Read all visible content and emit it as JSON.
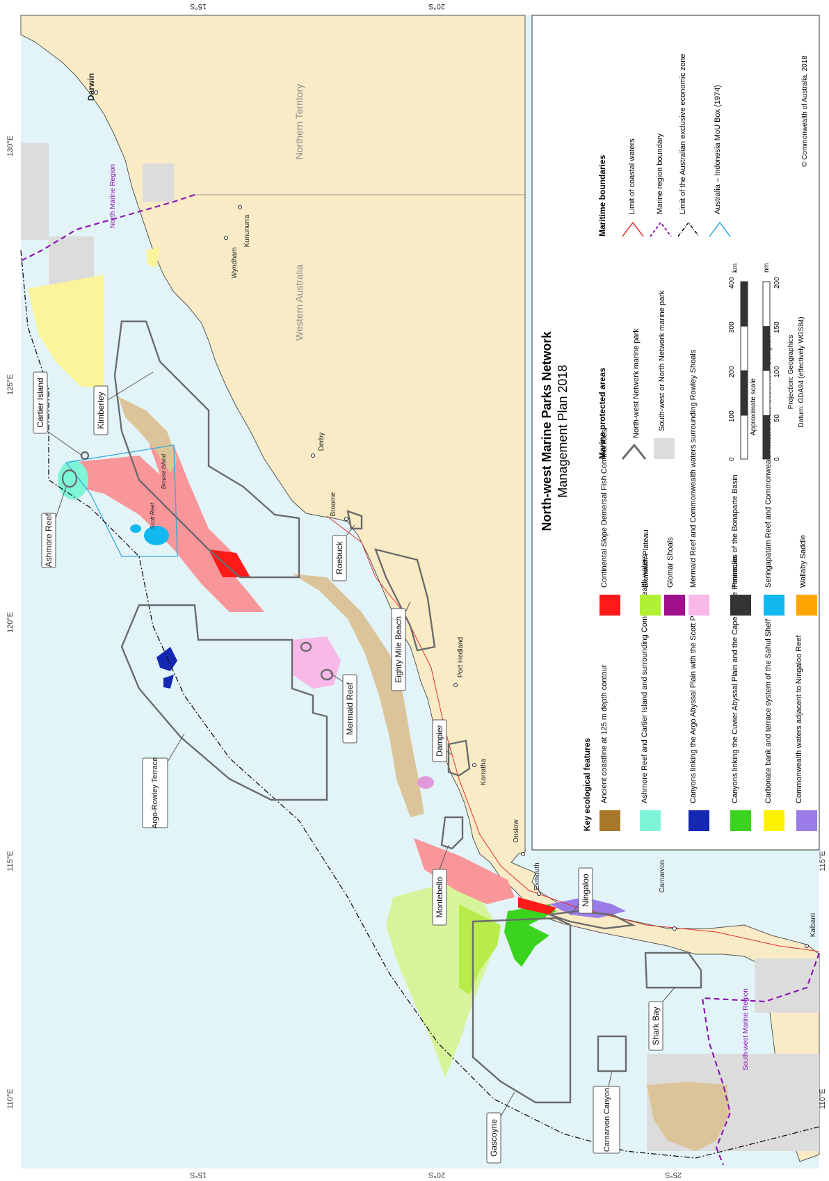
{
  "map": {
    "title": "North-west Marine Parks Network",
    "subtitle": "Management Plan 2018",
    "copyright": "© Commonwealth of Australia, 2018",
    "lat_labels": [
      "15°S",
      "20°S",
      "25°S"
    ],
    "lon_labels": [
      "110°E",
      "115°E",
      "120°E",
      "125°E",
      "130°E"
    ],
    "places": [
      "Darwin",
      "Wyndham",
      "Kununurra",
      "Derby",
      "Broome",
      "Port Hedland",
      "Karratha",
      "Onslow",
      "Exmouth",
      "Carnarvon",
      "Kalbarri"
    ],
    "regions": {
      "northern_territory": "Northern Territory",
      "western_australia": "Western Australia",
      "north_marine_region": "North Marine Region",
      "south_west_marine_region": "South-west Marine Region"
    },
    "islands": {
      "scott_reef": "Scott Reef",
      "browse_island": "Browse Island"
    },
    "parks": [
      "Ashmore Reef",
      "Cartier Island",
      "Kimberley",
      "Roebuck",
      "Eighty Mile Beach",
      "Mermaid Reef",
      "Argo-Rowley Terrace",
      "Dampier",
      "Montebello",
      "Ningaloo",
      "Gascoyne",
      "Shark Bay",
      "Carnarvon Canyon"
    ],
    "legend": {
      "kef_heading": "Key ecological features",
      "kef_col1": [
        {
          "label": "Ancient coastline at 125 m depth contour",
          "color": "#a8782a"
        },
        {
          "label": "Ashmore Reef and Cartier Island and surrounding Commonwealth waters",
          "color": "#7ff5d8"
        },
        {
          "label": "Canyons linking the Argo Abyssal Plain with the Scott Plateau",
          "color": "#1428b4"
        },
        {
          "label": "Canyons linking the Cuvier Abyssal Plain and the Cape Range Peninsula",
          "color": "#3ad41e"
        },
        {
          "label": "Carbonate bank and terrace system of the Sahul Shelf",
          "color": "#fff200"
        },
        {
          "label": "Commonwealth waters adjacent to Ningaloo Reef",
          "color": "#9a7be8"
        }
      ],
      "kef_col2": [
        {
          "label": "Continental Slope Demersal Fish Communities",
          "color": "#ff1a1a"
        },
        {
          "label": "Exmouth Plateau",
          "color": "#b0f035"
        },
        {
          "label": "Glomar Shoals",
          "color": "#a0108c"
        },
        {
          "label": "Mermaid Reef and Commonwealth waters surrounding Rowley Shoals",
          "color": "#f8b8e8"
        },
        {
          "label": "Pinnacles of the Bonaparte Basin",
          "color": "#333333"
        },
        {
          "label": "Seringapatam Reef and Commonwealth waters in the Scott Reef Complex",
          "color": "#12b8f0"
        },
        {
          "label": "Wallaby Saddle",
          "color": "#ffa500"
        }
      ],
      "mpa_heading": "Marine protected areas",
      "mpa_items": [
        {
          "label": "North-west Network marine park"
        },
        {
          "label": "South-west or North Network marine park"
        }
      ],
      "scale": {
        "title": "Approximate scale",
        "km_ticks": [
          "0",
          "100",
          "200",
          "300",
          "400"
        ],
        "km_unit": "km",
        "nm_ticks": [
          "0",
          "50",
          "100",
          "150",
          "200"
        ],
        "nm_unit": "nm",
        "projection": "Projection: Geographics",
        "datum": "Datum: GDA94 (effectively WGS84)"
      },
      "boundaries_heading": "Maritime boundaries",
      "boundaries": [
        {
          "label": "Limit of coastal waters",
          "color": "#e03030"
        },
        {
          "label": "Marine region boundary",
          "color": "#8a18b0"
        },
        {
          "label": "Limit of the Australian exclusive economic zone",
          "color": "#111111"
        },
        {
          "label": "Australia – Indonesia MoU Box (1974)",
          "color": "#33aadd"
        }
      ]
    },
    "colors": {
      "ocean": "#e3f4f9",
      "land": "#f8ebc6",
      "park_outline": "#6b6b6b",
      "other_park": "#dcdcdc"
    }
  }
}
